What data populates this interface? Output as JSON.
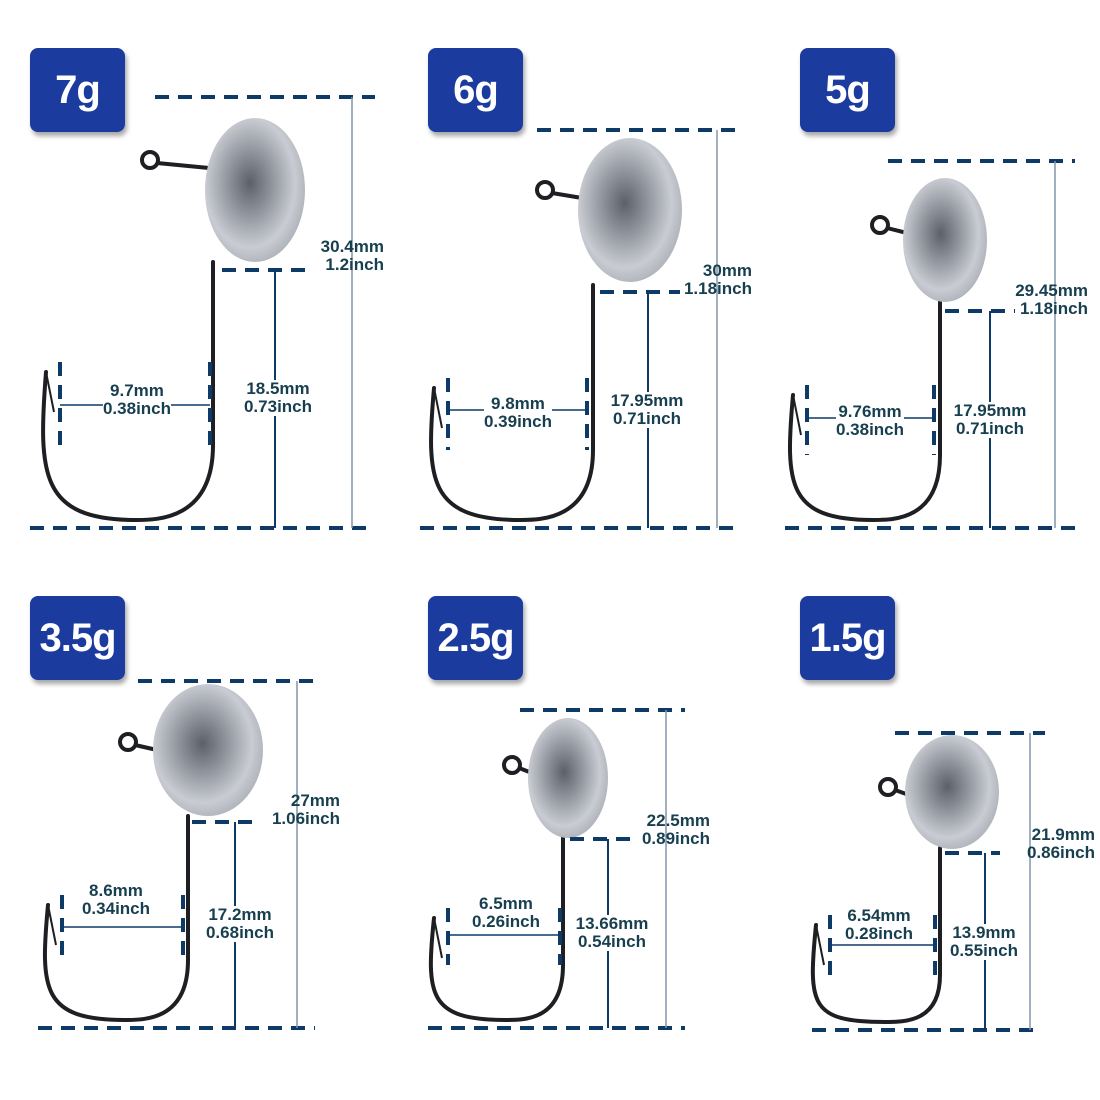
{
  "colors": {
    "badge": "#1b3b9e",
    "dim_line": "#0d3a66",
    "label": "#173f4f"
  },
  "panels": [
    {
      "weight": "7g",
      "total": {
        "mm": "30.4mm",
        "inch": "1.2inch"
      },
      "shank": {
        "mm": "18.5mm",
        "inch": "0.73inch"
      },
      "gap": {
        "mm": "9.7mm",
        "inch": "0.38inch"
      }
    },
    {
      "weight": "6g",
      "total": {
        "mm": "30mm",
        "inch": "1.18inch"
      },
      "shank": {
        "mm": "17.95mm",
        "inch": "0.71inch"
      },
      "gap": {
        "mm": "9.8mm",
        "inch": "0.39inch"
      }
    },
    {
      "weight": "5g",
      "total": {
        "mm": "29.45mm",
        "inch": "1.18inch"
      },
      "shank": {
        "mm": "17.95mm",
        "inch": "0.71inch"
      },
      "gap": {
        "mm": "9.76mm",
        "inch": "0.38inch"
      }
    },
    {
      "weight": "3.5g",
      "total": {
        "mm": "27mm",
        "inch": "1.06inch"
      },
      "shank": {
        "mm": "17.2mm",
        "inch": "0.68inch"
      },
      "gap": {
        "mm": "8.6mm",
        "inch": "0.34inch"
      }
    },
    {
      "weight": "2.5g",
      "total": {
        "mm": "22.5mm",
        "inch": "0.89inch"
      },
      "shank": {
        "mm": "13.66mm",
        "inch": "0.54inch"
      },
      "gap": {
        "mm": "6.5mm",
        "inch": "0.26inch"
      }
    },
    {
      "weight": "1.5g",
      "total": {
        "mm": "21.9mm",
        "inch": "0.86inch"
      },
      "shank": {
        "mm": "13.9mm",
        "inch": "0.55inch"
      },
      "gap": {
        "mm": "6.54mm",
        "inch": "0.28inch"
      }
    }
  ]
}
